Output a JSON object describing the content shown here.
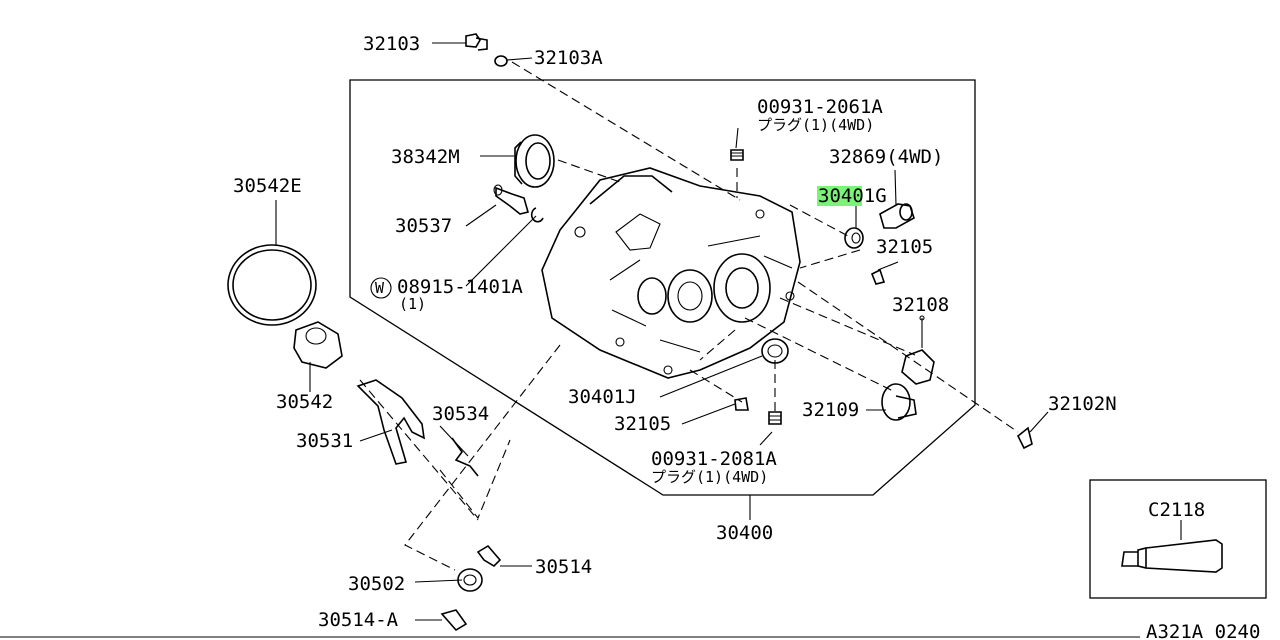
{
  "diagram": {
    "code": "A321A 0240",
    "highlight_color": "#7CF27C",
    "labels": {
      "p32103": "32103",
      "p32103A": "32103A",
      "p00931_2061A": "00931-2061A",
      "p00931_2061A_note": "プラグ(1)(4WD)",
      "p38342M": "38342M",
      "p32869": "32869(4WD)",
      "p30401G": "30401G",
      "p30542E": "30542E",
      "p30537": "30537",
      "p32105_upper": "32105",
      "p08915_1401A": "08915-1401A",
      "p08915_1401A_w": "W",
      "p08915_1401A_qty": "(1)",
      "p32108": "32108",
      "p30542": "30542",
      "p30534": "30534",
      "p30401J": "30401J",
      "p30531": "30531",
      "p32105_lower": "32105",
      "p32109": "32109",
      "p32102N": "32102N",
      "p00931_2081A": "00931-2081A",
      "p00931_2081A_note": "プラグ(1)(4WD)",
      "p30400": "30400",
      "pC2118": "C2118",
      "p30514": "30514",
      "p30502": "30502",
      "p30514A": "30514-A"
    }
  }
}
